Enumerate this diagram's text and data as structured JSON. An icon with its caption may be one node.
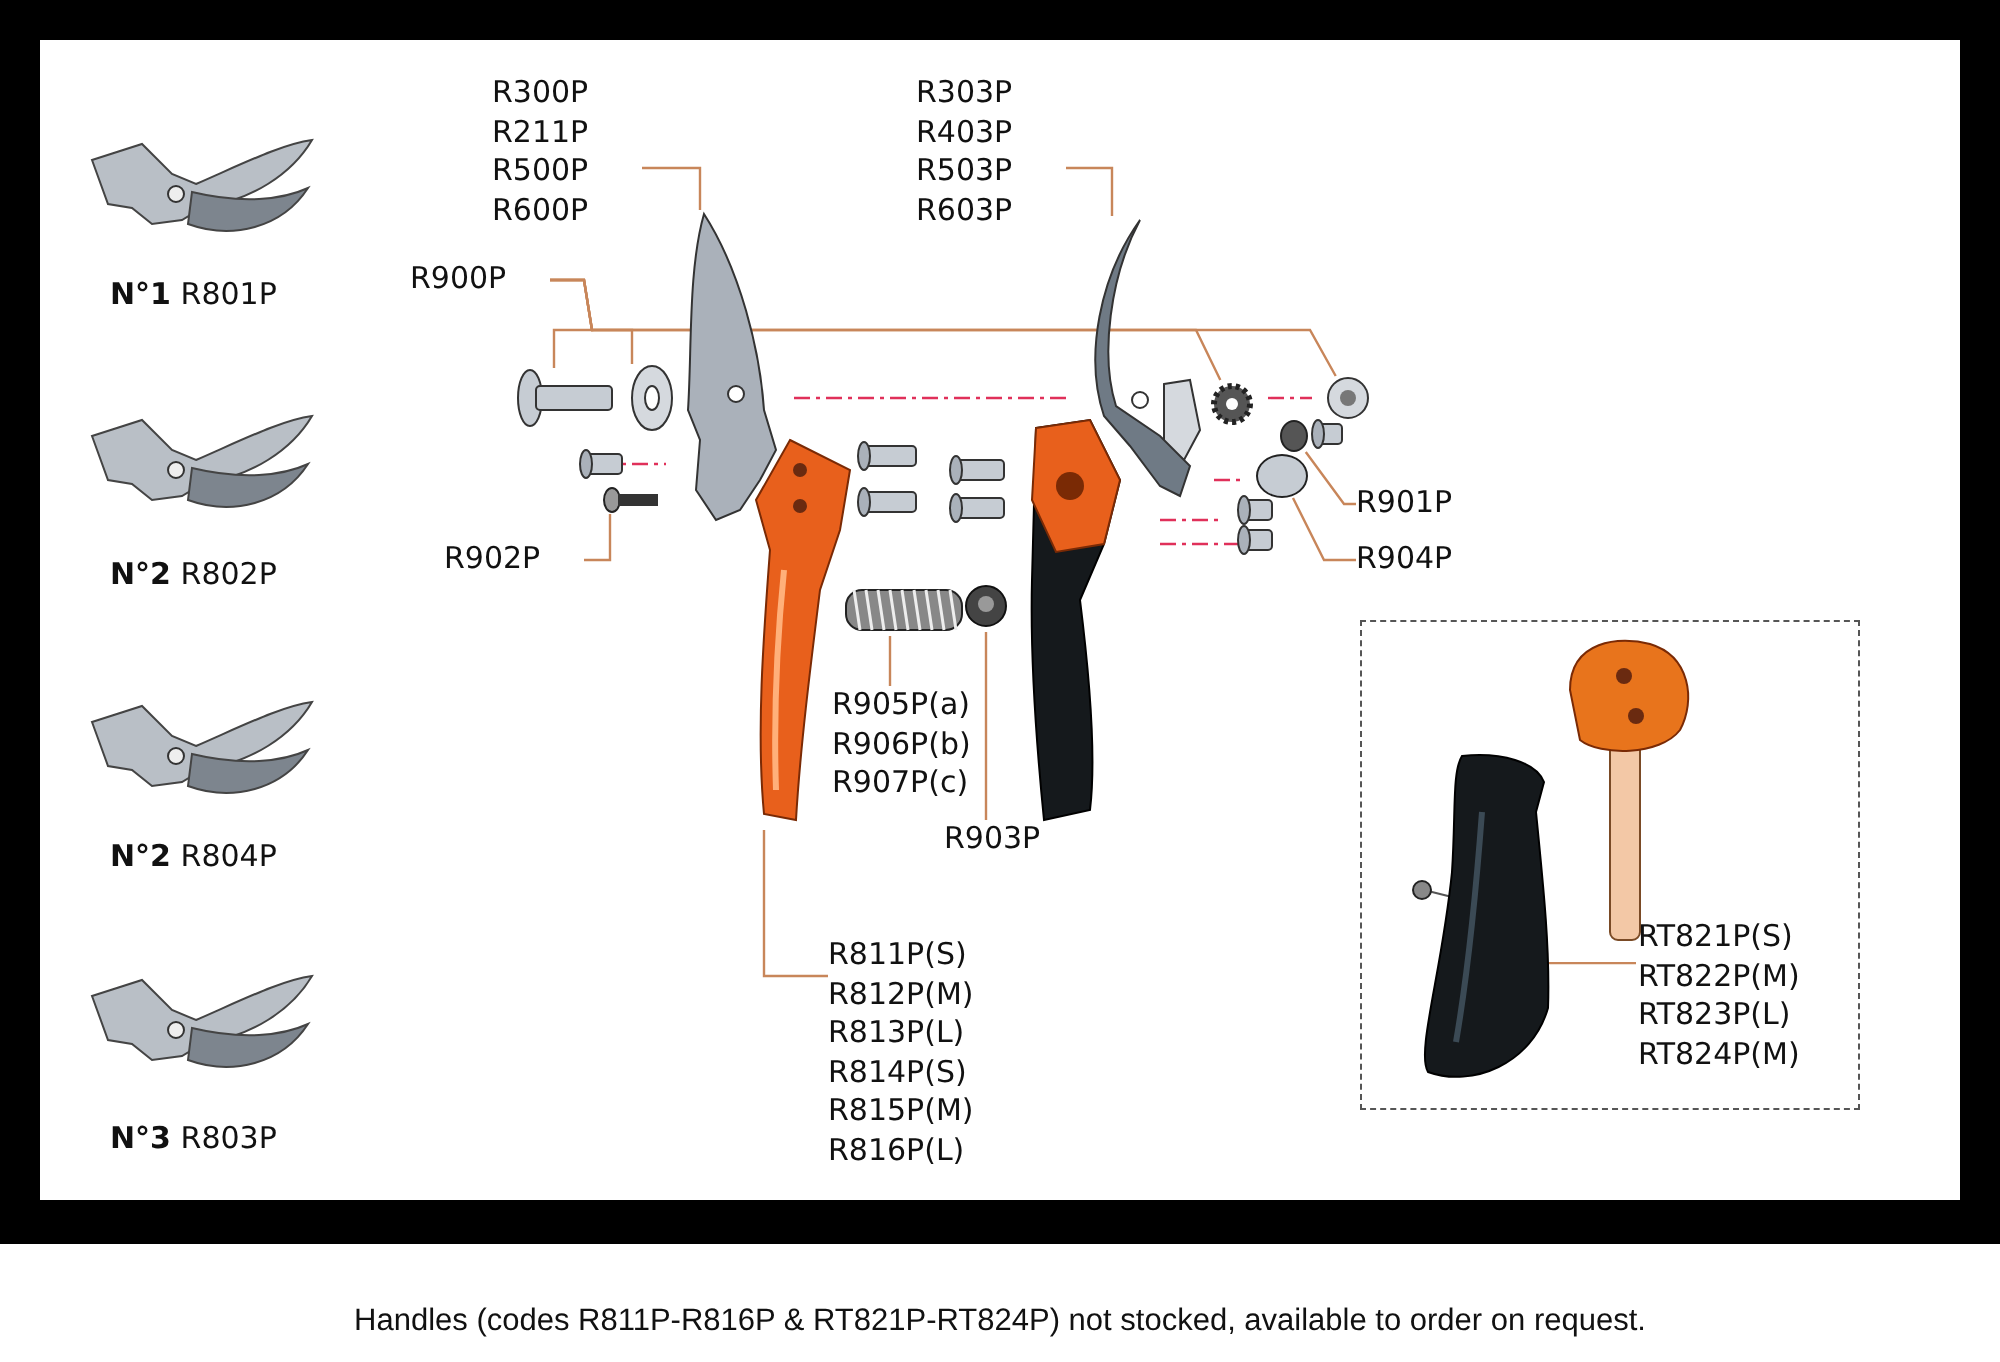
{
  "diagram": {
    "caption": "Handles (codes R811P-R816P & RT821P-RT824P) not stocked, available to order on request.",
    "nodes": [
      {
        "text": [
          "R300P",
          "R211P",
          "R500P",
          "R600P"
        ]
      },
      {
        "text": [],
        "shape": "picture"
      },
      {
        "text": [
          "R303P",
          "R403P",
          "R503P",
          "R603P"
        ]
      },
      {
        "text": [],
        "shape": "picture"
      },
      {
        "text": [
          "R900P"
        ]
      },
      {
        "text": [],
        "shape": "picture"
      },
      {
        "text": [],
        "shape": "picture"
      },
      {
        "text": [],
        "shape": "picture"
      },
      {
        "text": [],
        "shape": "picture"
      },
      {
        "text": [
          "R901P"
        ]
      },
      {
        "text": [],
        "shape": "circle"
      },
      {
        "text": [
          "R904P"
        ]
      },
      {
        "text": [],
        "shape": "circle"
      },
      {
        "text": [
          "R902P"
        ]
      },
      {
        "text": [],
        "shape": "picture"
      },
      {
        "text": [
          "R905P(a)",
          "R906P(b)",
          "R907P(c)"
        ]
      },
      {
        "text": [],
        "shape": "picture"
      },
      {
        "text": [
          "R903P"
        ]
      },
      {
        "text": [],
        "shape": "picture"
      },
      {
        "text": [
          "R811P(S)",
          "R812P(M)",
          "R813P(L)",
          "R814P(S)",
          "R815P(M)",
          "R816P(L)"
        ]
      },
      {
        "text": [],
        "shape": "picture"
      },
      {
        "text": [],
        "shape": "box"
      },
      {
        "text": [
          "RT821P(S)",
          "RT822P(M)",
          "RT823P(L)",
          "RT824P(M)"
        ],
        "in": 21
      },
      {
        "text": [],
        "shape": "picture",
        "in": 21
      }
    ],
    "edges": [
      {
        "from": 0,
        "to": 1,
        "arrow": "none"
      },
      {
        "from": 2,
        "to": 3,
        "arrow": "none"
      },
      {
        "from": 4,
        "to": 5,
        "arrow": "none"
      },
      {
        "from": 4,
        "to": 6,
        "arrow": "none"
      },
      {
        "from": 4,
        "to": 7,
        "arrow": "none"
      },
      {
        "from": 4,
        "to": 8,
        "arrow": "none"
      },
      {
        "from": 9,
        "to": 10,
        "arrow": "none"
      },
      {
        "from": 11,
        "to": 12,
        "arrow": "none"
      },
      {
        "from": 13,
        "to": 14,
        "arrow": "none"
      },
      {
        "from": 15,
        "to": 16,
        "arrow": "none"
      },
      {
        "from": 17,
        "to": 18,
        "arrow": "none"
      },
      {
        "from": 19,
        "to": 20,
        "arrow": "none"
      },
      {
        "from": 22,
        "to": 23,
        "arrow": "none"
      }
    ],
    "labels": [
      "**N°1** R801P",
      "**N°2** R802P",
      "**N°2** R804P",
      "**N°3** R803P"
    ]
  }
}
